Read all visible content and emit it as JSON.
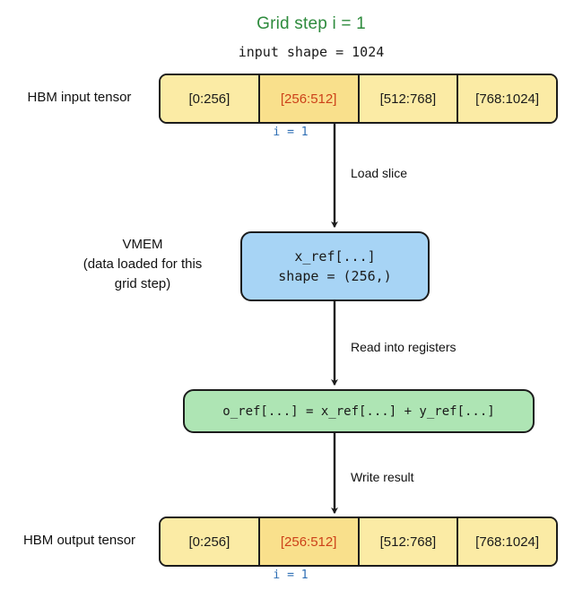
{
  "title": "Grid step i = 1",
  "subtitle": "input shape = 1024",
  "colors": {
    "title_green": "#2e8b3d",
    "hbm_yellow": "#fbeba5",
    "hbm_active_yellow": "#f9e08c",
    "active_text_red": "#cc4119",
    "vmem_blue": "#a7d4f5",
    "compute_green": "#aee5b4",
    "index_blue": "#2f6fb5",
    "stroke": "#1c1c1c"
  },
  "hbm_input": {
    "label": "HBM input tensor",
    "index_caption": "i = 1",
    "cells": [
      {
        "text": "[0:256]",
        "active": false
      },
      {
        "text": "[256:512]",
        "active": true
      },
      {
        "text": "[512:768]",
        "active": false
      },
      {
        "text": "[768:1024]",
        "active": false
      }
    ]
  },
  "hbm_output": {
    "label": "HBM output tensor",
    "index_caption": "i = 1",
    "cells": [
      {
        "text": "[0:256]",
        "active": false
      },
      {
        "text": "[256:512]",
        "active": true
      },
      {
        "text": "[512:768]",
        "active": false
      },
      {
        "text": "[768:1024]",
        "active": false
      }
    ]
  },
  "vmem": {
    "label_line1": "VMEM",
    "label_line2": "(data loaded for this",
    "label_line3": "grid step)",
    "box_line1": "x_ref[...]",
    "box_line2": "shape = (256,)"
  },
  "compute": {
    "expression": "o_ref[...] = x_ref[...] + y_ref[...]"
  },
  "edges": {
    "load": "Load slice",
    "read": "Read into registers",
    "write": "Write result"
  }
}
